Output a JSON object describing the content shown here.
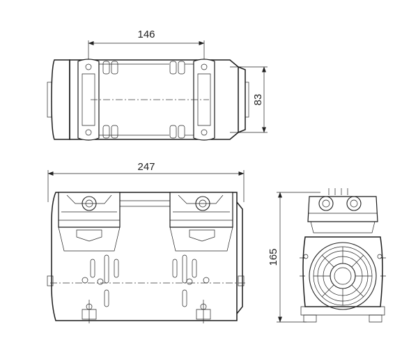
{
  "dimensions": {
    "top_width": "146",
    "top_height": "83",
    "front_width": "247",
    "side_height": "165"
  }
}
